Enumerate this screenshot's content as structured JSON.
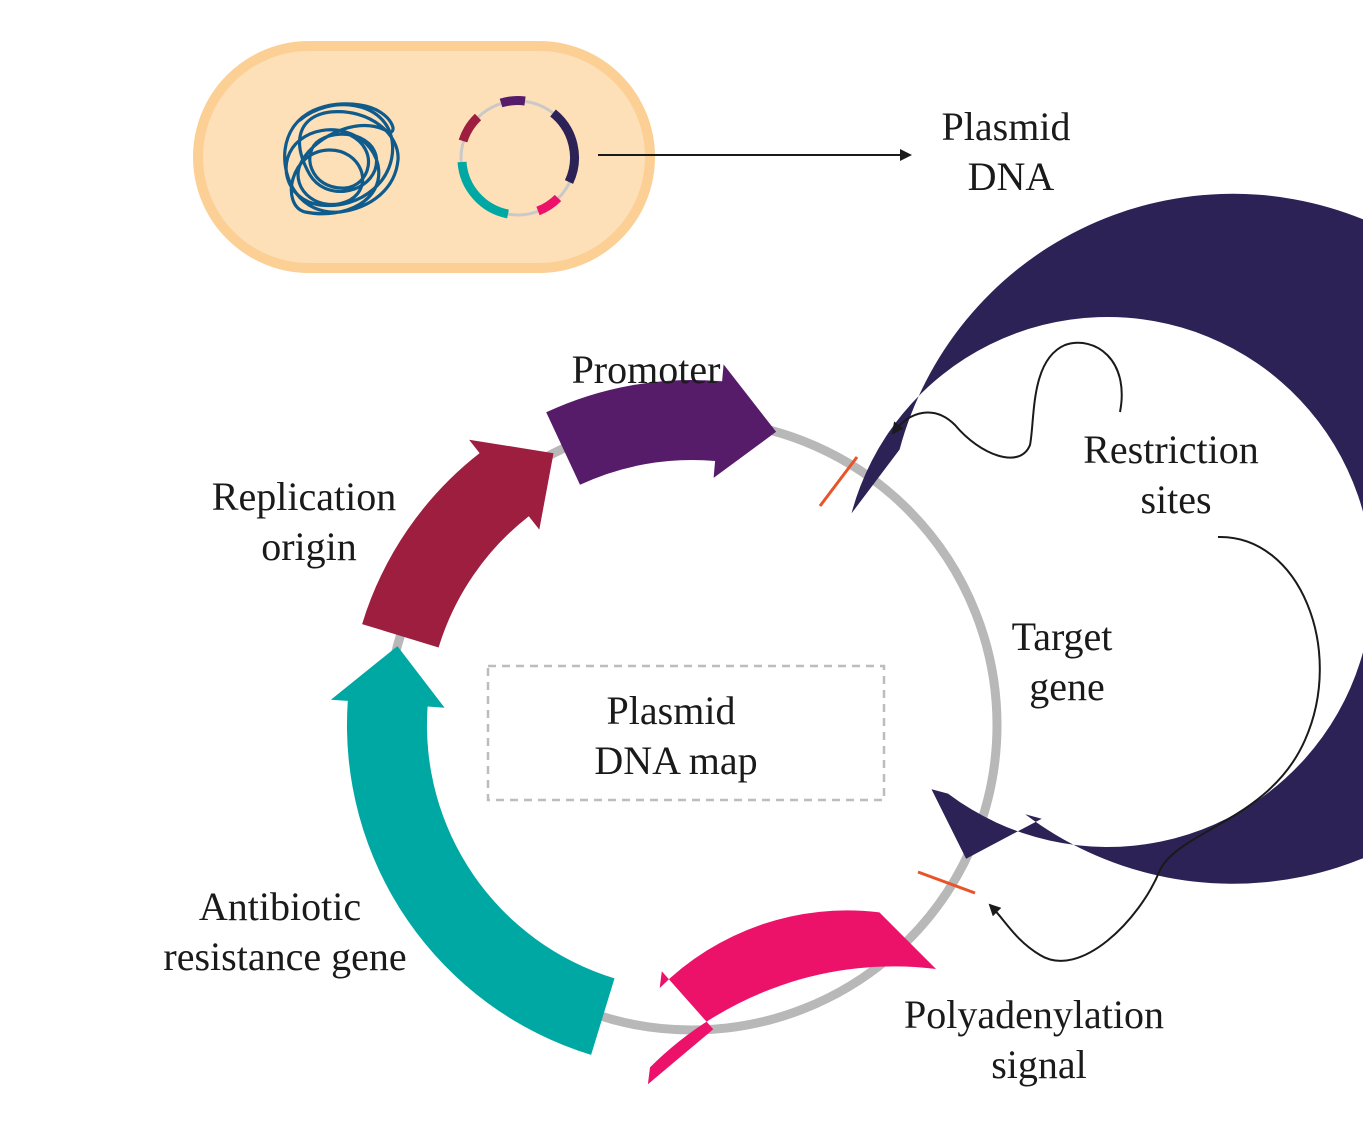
{
  "labels": {
    "plasmid_dna": [
      "Plasmid",
      "DNA"
    ],
    "promoter": [
      "Promoter"
    ],
    "replication_origin": [
      "Replication",
      "origin"
    ],
    "target_gene": [
      "Target",
      "gene"
    ],
    "restriction_sites": [
      "Restriction",
      "sites"
    ],
    "plasmid_map": [
      "Plasmid",
      "DNA map"
    ],
    "antibiotic_resistance": [
      "Antibiotic",
      "resistance gene"
    ],
    "polyadenylation": [
      "Polyadenylation",
      "signal"
    ]
  },
  "colors": {
    "cell_fill": "#fde0b8",
    "cell_border": "#fccf94",
    "chromosome": "#0f5b8c",
    "backbone": "#b8b8b8",
    "promoter": "#561c6a",
    "target_gene": "#2c2256",
    "replication_origin": "#9d1e3e",
    "antibiotic_resistance": "#00a8a4",
    "polyadenylation": "#ec126a",
    "restriction_site": "#e8542a",
    "text": "#1a1a1a"
  }
}
